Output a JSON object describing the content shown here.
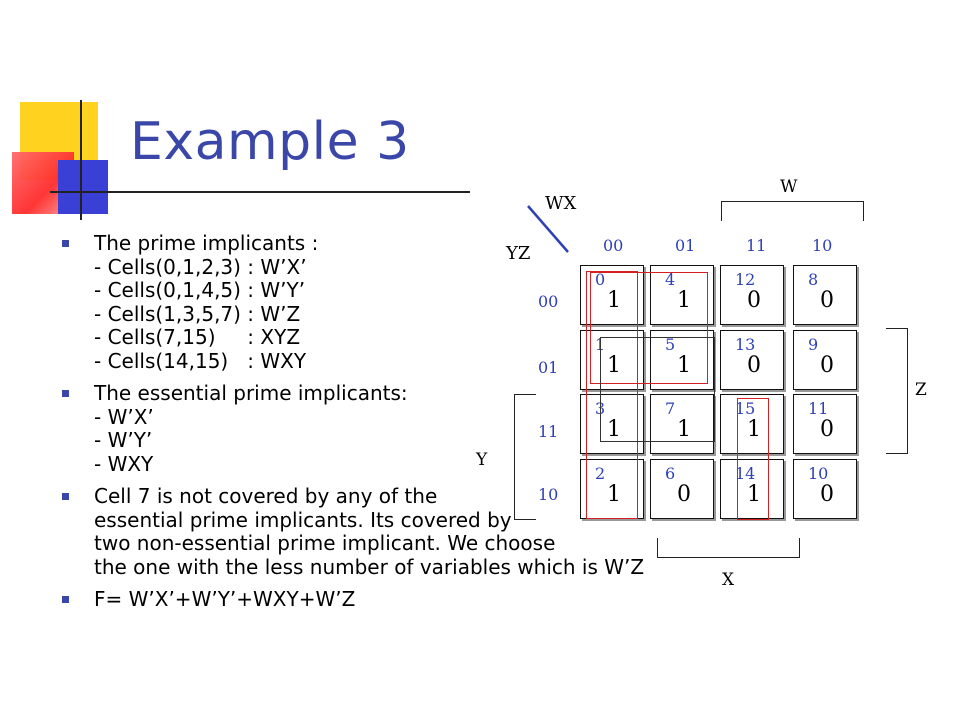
{
  "slide": {
    "title": "Example 3",
    "bullets": [
      {
        "lines": [
          "The prime implicants :",
          "- Cells(0,1,2,3) : W’X’",
          "- Cells(0,1,4,5) : W’Y’",
          "- Cells(1,3,5,7) : W’Z",
          "- Cells(7,15)     : XYZ",
          "- Cells(14,15)   : WXY"
        ]
      },
      {
        "lines": [
          "The essential prime implicants:",
          "- W’X’",
          "- W’Y’",
          "- WXY"
        ]
      },
      {
        "lines": [
          "Cell 7 is not covered by any of the",
          "essential prime implicants. Its covered by",
          "two non-essential prime implicant. We choose",
          "the one with the less number of variables which is W’Z"
        ]
      },
      {
        "lines": [
          "F= W’X’+W’Y’+WXY+W’Z"
        ]
      }
    ]
  },
  "kmap": {
    "corner_col_var": "WX",
    "corner_row_var": "YZ",
    "col_headers": [
      "00",
      "01",
      "11",
      "10"
    ],
    "row_headers": [
      "00",
      "01",
      "11",
      "10"
    ],
    "label_w": "W",
    "label_x": "X",
    "label_y": "Y",
    "label_z": "Z",
    "cells": [
      [
        {
          "idx": "0",
          "val": "1"
        },
        {
          "idx": "4",
          "val": "1"
        },
        {
          "idx": "12",
          "val": "0"
        },
        {
          "idx": "8",
          "val": "0"
        }
      ],
      [
        {
          "idx": "1",
          "val": "1"
        },
        {
          "idx": "5",
          "val": "1"
        },
        {
          "idx": "13",
          "val": "0"
        },
        {
          "idx": "9",
          "val": "0"
        }
      ],
      [
        {
          "idx": "3",
          "val": "1"
        },
        {
          "idx": "7",
          "val": "1"
        },
        {
          "idx": "15",
          "val": "1"
        },
        {
          "idx": "11",
          "val": "0"
        }
      ],
      [
        {
          "idx": "2",
          "val": "1"
        },
        {
          "idx": "6",
          "val": "0"
        },
        {
          "idx": "14",
          "val": "1"
        },
        {
          "idx": "10",
          "val": "0"
        }
      ]
    ],
    "colors": {
      "index_text": "#2e40b8",
      "group_red": "#d42020",
      "group_black": "#333333",
      "title": "#3a46a8"
    }
  }
}
